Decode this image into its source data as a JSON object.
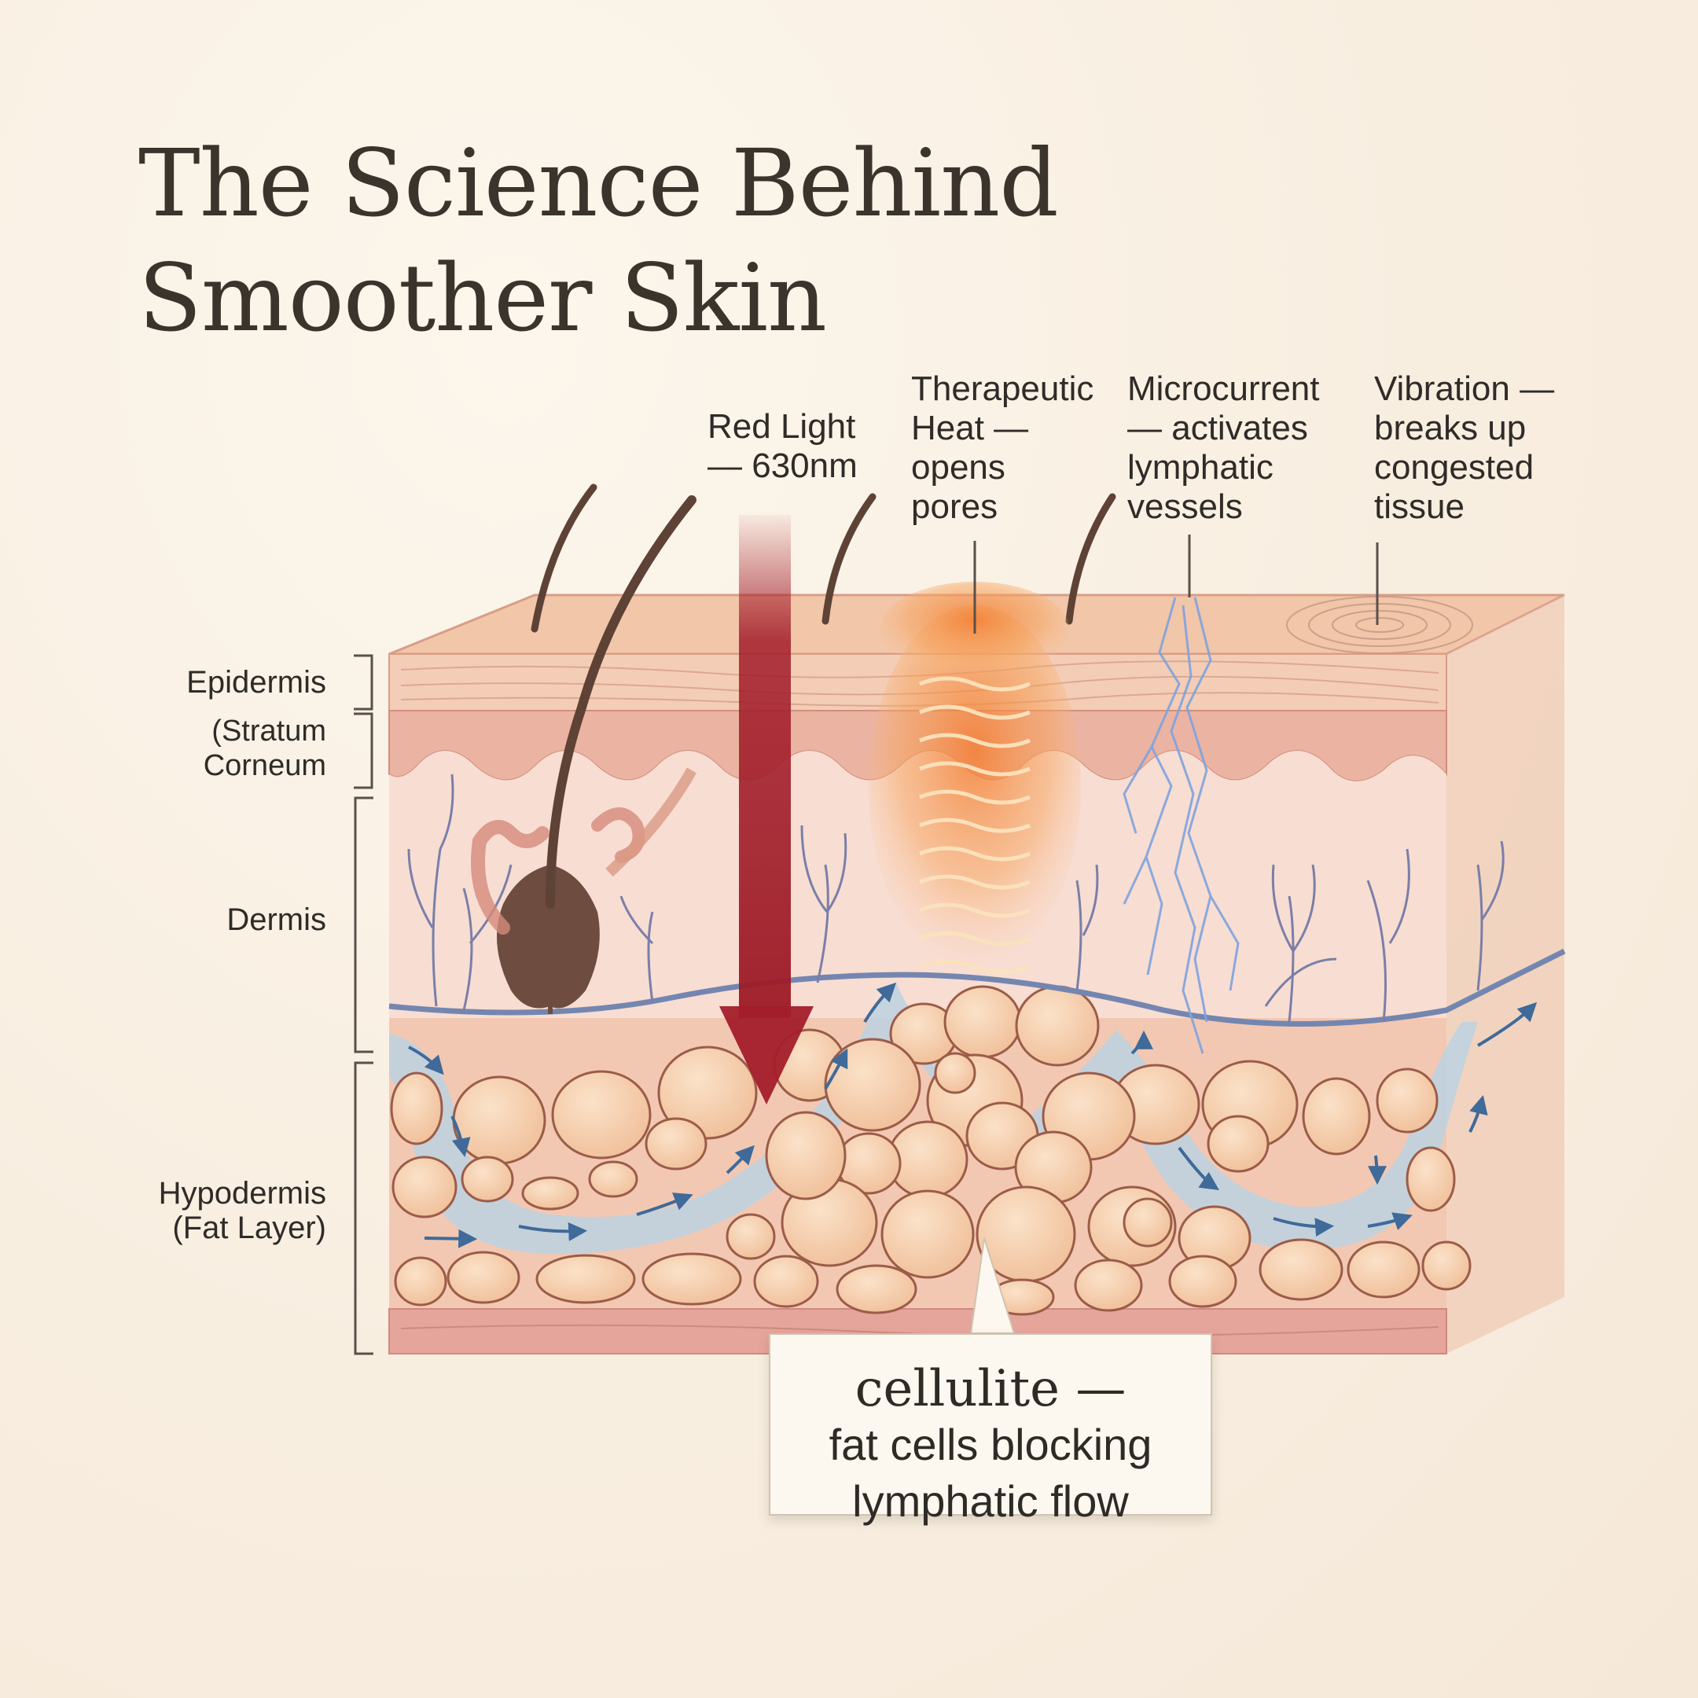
{
  "title": {
    "line1": "The Science Behind",
    "line2": "Smoother Skin"
  },
  "callouts": {
    "red_light": {
      "lines": [
        "Red Light",
        "— 630nm"
      ],
      "color": "#a31d2a"
    },
    "heat": {
      "lines": [
        "Therapeutic",
        "Heat —",
        "opens",
        "pores"
      ],
      "color": "#f28a3c"
    },
    "microcurrent": {
      "lines": [
        "Microcurrent",
        "— activates",
        "lymphatic",
        "vessels"
      ],
      "color": "#6f9ad8"
    },
    "vibration": {
      "lines": [
        "Vibration —",
        "breaks up",
        "congested",
        "tissue"
      ]
    }
  },
  "layers": {
    "epidermis": "Epidermis",
    "stratum": {
      "lines": [
        "(Stratum",
        "Corneum"
      ]
    },
    "dermis": "Dermis",
    "hypodermis": {
      "lines": [
        "Hypodermis",
        "(Fat Layer)"
      ]
    }
  },
  "cellulite": {
    "heading": "cellulite —",
    "body": [
      "fat cells blocking",
      "lymphatic flow"
    ]
  },
  "colors": {
    "skin_top": "#f3c9ad",
    "epidermis_band": "#eab09d",
    "dermis": "#f7dbd0",
    "fat_cell": "#f6cfaf",
    "lymph": "#b9cfe0",
    "vessel": "#6a7aa3",
    "hair": "#5e4236"
  }
}
